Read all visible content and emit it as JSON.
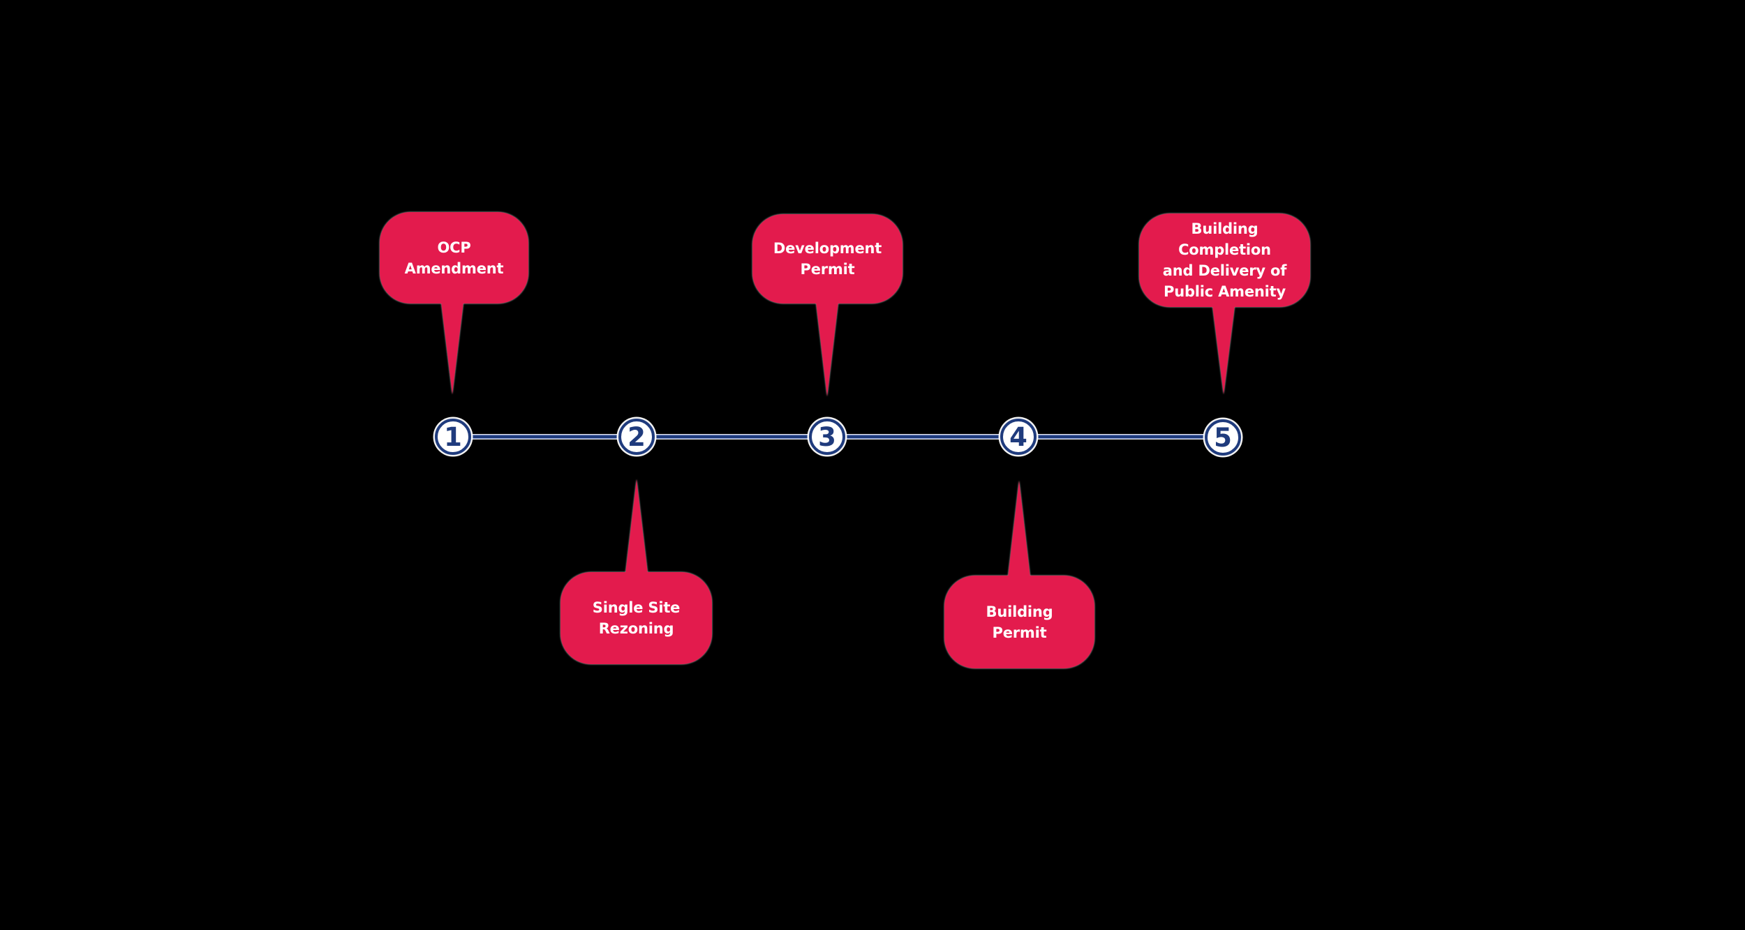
{
  "colors": {
    "bubble_red": "#E31B4D",
    "marker_navy": "#1F3B7D",
    "line_periwinkle": "#8FA1D6",
    "text_white": "#FFFFFF",
    "background": "#000000"
  },
  "timeline": {
    "steps": [
      {
        "number": "1",
        "label": "OCP\nAmendment",
        "callout_position": "above"
      },
      {
        "number": "2",
        "label": "Single Site\nRezoning",
        "callout_position": "below"
      },
      {
        "number": "3",
        "label": "Development\nPermit",
        "callout_position": "above"
      },
      {
        "number": "4",
        "label": "Building\nPermit",
        "callout_position": "below"
      },
      {
        "number": "5",
        "label": "Building Completion\nand  Delivery of\nPublic Amenity",
        "callout_position": "above"
      }
    ]
  }
}
